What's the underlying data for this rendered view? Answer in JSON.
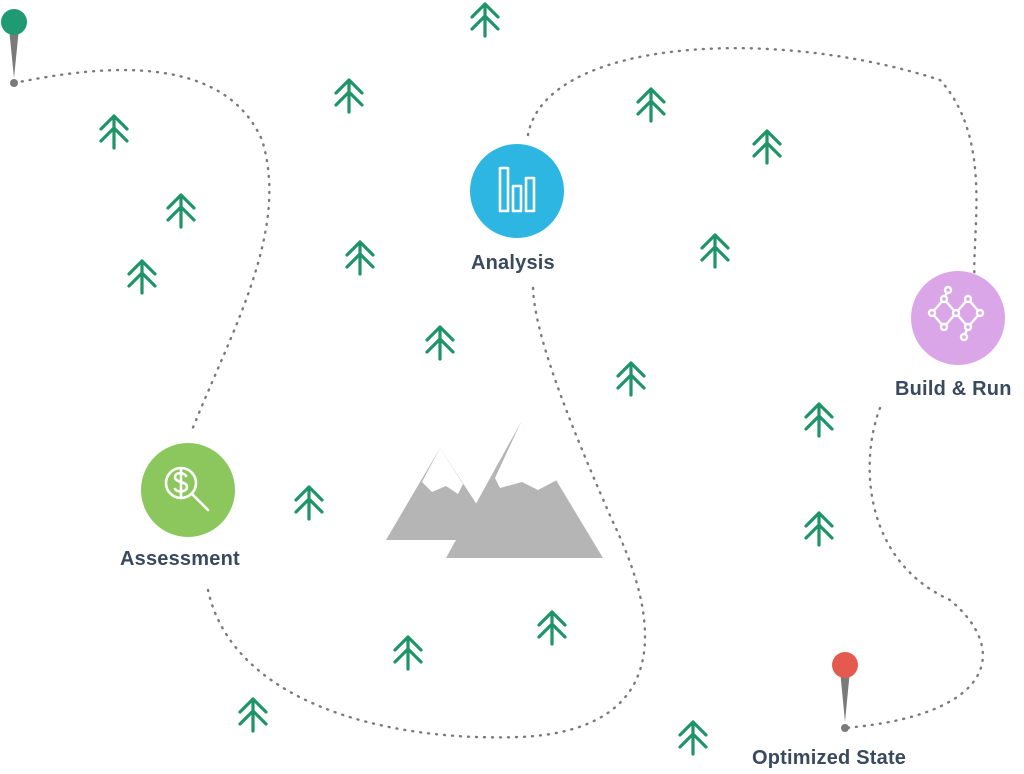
{
  "stages": [
    {
      "id": "assessment",
      "label": "Assessment",
      "color": "#8cc75e",
      "icon": "dollar-magnifier-icon"
    },
    {
      "id": "analysis",
      "label": "Analysis",
      "color": "#2eb6e3",
      "icon": "bar-chart-icon"
    },
    {
      "id": "build_run",
      "label": "Build & Run",
      "color": "#dba6e8",
      "icon": "node-network-icon"
    }
  ],
  "start_pin": {
    "color": "#1f9a72"
  },
  "end_pin": {
    "label": "Optimized State",
    "color": "#e55a4e"
  },
  "colors": {
    "tree": "#1e9469",
    "mountain": "#b5b5b5",
    "snow": "#ffffff",
    "path": "#7a7a7a",
    "label": "#3a4a5e"
  },
  "icons": [
    "tree-icon",
    "mountain-icon",
    "map-pin-icon",
    "dollar-magnifier-icon",
    "bar-chart-icon",
    "node-network-icon"
  ]
}
